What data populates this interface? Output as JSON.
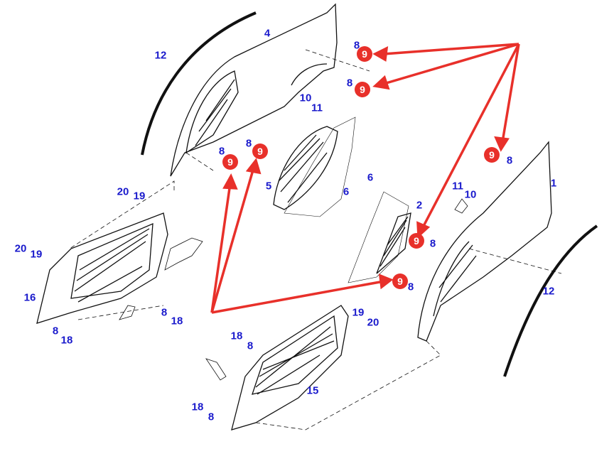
{
  "diagram": {
    "type": "exploded-parts-view",
    "part_labels": [
      "12",
      "4",
      "8",
      "8",
      "10",
      "11",
      "8",
      "8",
      "5",
      "6",
      "6",
      "8",
      "1",
      "11",
      "10",
      "2",
      "8",
      "8",
      "12",
      "20",
      "19",
      "20",
      "19",
      "16",
      "8",
      "18",
      "8",
      "18",
      "19",
      "20",
      "18",
      "8",
      "15",
      "18",
      "8"
    ],
    "callout_badges": [
      "9",
      "9",
      "9",
      "9",
      "9",
      "9",
      "9"
    ],
    "colors": {
      "label": "#1a1acc",
      "callout": "#e8302a",
      "arrow": "#e8302a",
      "line": "#111111"
    }
  }
}
